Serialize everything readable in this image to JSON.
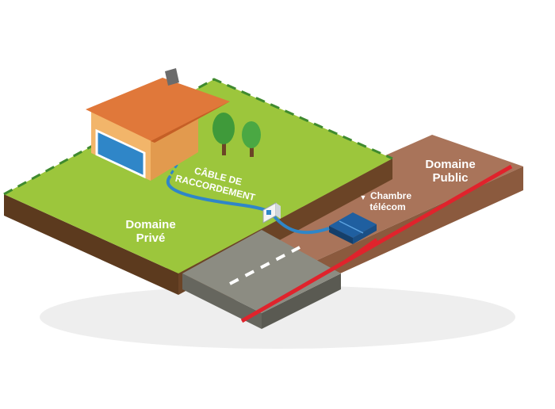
{
  "labels": {
    "domaine_prive_line1": "Domaine",
    "domaine_prive_line2": "Privé",
    "domaine_public_line1": "Domaine",
    "domaine_public_line2": "Public",
    "cable_line1": "CÂBLE DE",
    "cable_line2": "RACCORDEMENT",
    "chambre_line1": "Chambre",
    "chambre_line2": "télécom",
    "chambre_marker": "▼"
  },
  "colors": {
    "lawn_top": "#9cc63c",
    "lawn_side": "#5c3a1e",
    "boundary_dash": "#3f8a2e",
    "public_top": "#a9745a",
    "public_side": "#7a4a32",
    "road_top": "#8c8c82",
    "road_side": "#66665e",
    "red_cable": "#e0232c",
    "blue_cable": "#2f86c8",
    "house_wall": "#f2b56a",
    "house_roof": "#e0783a",
    "tree": "#3f9a3a"
  }
}
